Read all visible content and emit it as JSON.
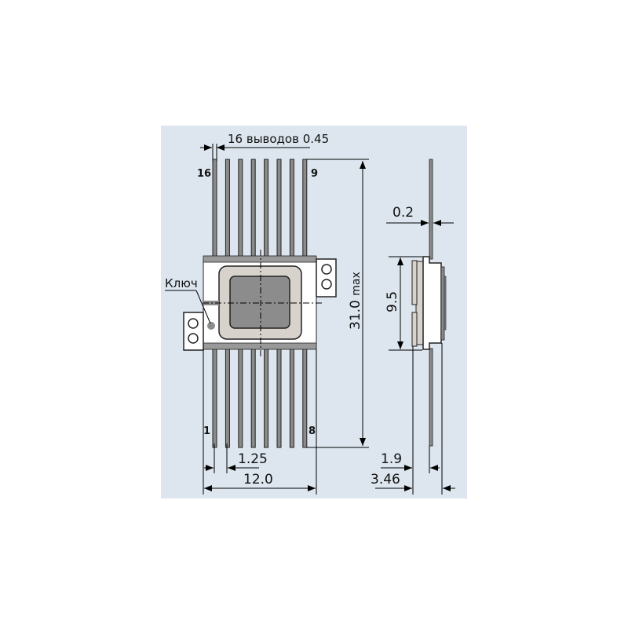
{
  "title_dim": "16 выводов 0.45",
  "pins": {
    "top_left": "16",
    "top_right": "9",
    "bottom_left": "1",
    "bottom_right": "8"
  },
  "key_label": "Ключ",
  "dimensions": {
    "length": "31.0",
    "length_suffix": "max",
    "pitch": "1.25",
    "width": "12.0",
    "body_height": "9.5",
    "lead_thickness": "0.2",
    "seat_height": "1.9",
    "total_height": "3.46"
  },
  "colors": {
    "background": "#dde6ef",
    "lead": "#8a8a8a",
    "lid": "#d8d2cc",
    "window": "#8c8c8c"
  }
}
